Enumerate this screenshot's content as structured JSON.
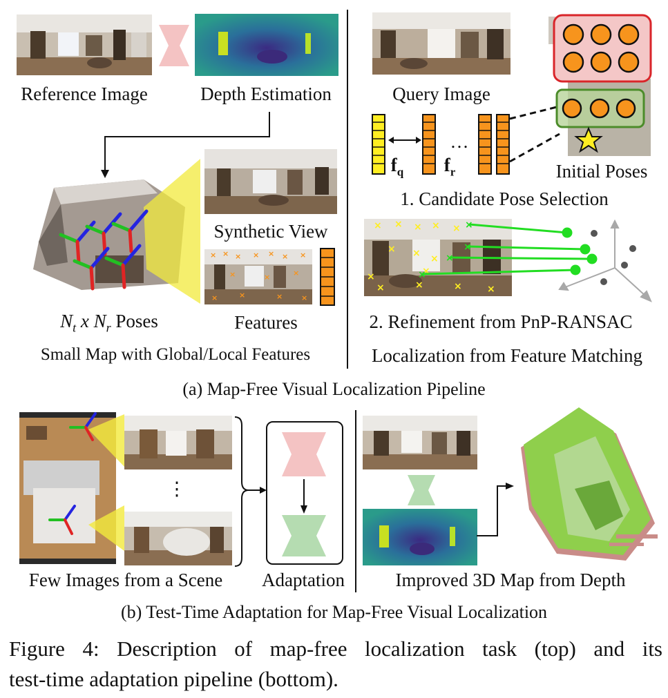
{
  "panel_a": {
    "reference_image_label": "Reference Image",
    "depth_estimation_label": "Depth Estimation",
    "synthetic_view_label": "Synthetic View",
    "features_label": "Features",
    "poses_var_t": "N",
    "poses_sub_t": "t",
    "poses_x": "x",
    "poses_var_r": "N",
    "poses_sub_r": "r",
    "poses_word": "Poses",
    "small_map_label": "Small Map with Global/Local Features",
    "query_image_label": "Query Image",
    "fq_label": "f",
    "fq_sub": "q",
    "fr_label": "f",
    "fr_sub": "r",
    "dots": "…",
    "initial_poses_label": "Initial Poses",
    "candidate_selection_label": "1. Candidate Pose Selection",
    "refinement_label": "2. Refinement from PnP-RANSAC",
    "localization_label": "Localization from Feature Matching",
    "caption": "(a) Map-Free Visual Localization Pipeline"
  },
  "panel_b": {
    "vdots": "⋮",
    "few_images_label": "Few Images from a Scene",
    "adaptation_label": "Adaptation",
    "improved_map_label": "Improved 3D Map from Depth",
    "caption": "(b) Test-Time Adaptation for Map-Free Visual Localization"
  },
  "figure_caption": {
    "line1": "Figure 4: Description of map-free localization task (top) and its",
    "line2": "test-time adaptation pipeline (bottom)."
  },
  "colors": {
    "encoder_pink": "#f4c3c3",
    "encoder_green": "#b5dcb1",
    "feature_yellow": "#ffee22",
    "feature_orange": "#f7941d",
    "match_green": "#22dd22",
    "box_red": "#d9252a",
    "box_green": "#4c8c2a"
  }
}
